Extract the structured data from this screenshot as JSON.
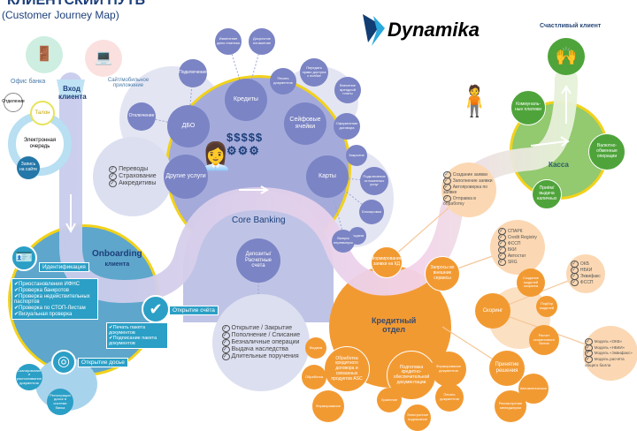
{
  "title": {
    "main": "КЛИЕНТСКИЙ ПУТЬ",
    "sub": "(Customer Journey Map)"
  },
  "logo": {
    "text": "Dynamika"
  },
  "colors": {
    "core": "#9aa3d6",
    "onboarding": "#5ea6cc",
    "credit": "#f29a32",
    "cash": "#93c96f",
    "accent": "#f2d21b"
  },
  "entry": {
    "office": "Офис банка",
    "site": "Сайт/мобильное приложение",
    "entry": "Вход клиента",
    "branch": "Отделение",
    "ticket": "Талон",
    "queue": "Электронная очередь",
    "booking": "Запись на сайте"
  },
  "onboarding": {
    "title": "Onboarding",
    "subtitle": "клиента",
    "ident": "Идентификация",
    "checks": [
      "Приостановления ИФНС",
      "Проверка банкротов",
      "Проверка недействительных паспортов",
      "Проверка по СТОП-Листам",
      "Визуальная проверка"
    ],
    "account": "Открытие счёта",
    "account_items": [
      "Печать пакета документов",
      "Подписание пакета документов"
    ],
    "dossier": "Открытие досье",
    "dossier_items": [
      "Сканирование и распознавание документов",
      "Регистрация досье в системе банка"
    ]
  },
  "core": {
    "title": "Core Banking",
    "dbo": "ДБО",
    "dbo_items": [
      "Подключение",
      "Отключение"
    ],
    "credits": "Кредиты",
    "credits_items": [
      "Изменение даты платежа",
      "Досрочное погашение"
    ],
    "safes": "Сейфовые ячейки",
    "safes_items": [
      "Печать документов",
      "Передать право доступа к ячейке",
      "Внесение арендной платы",
      "Оформление договора"
    ],
    "cards": "Карты",
    "cards_items": [
      "Закрытие",
      "Подключение отложенных услуг",
      "Блокировка",
      "Выдача",
      "Выпуск перевыпуск"
    ],
    "other": "Другие услуги",
    "other_items": [
      "Переводы",
      "Страхование",
      "Аккредитивы"
    ],
    "deposits": "Депозиты/ Расчетные счета",
    "deposits_items": [
      "Открытие / Закрытие",
      "Пополнение / Списание",
      "Безналичные операции",
      "Выдача наследства",
      "Длительные поручения"
    ]
  },
  "credit": {
    "title": "Кредитный",
    "subtitle": "отдел",
    "form": "Формирование заявки на КД",
    "form_items": [
      "Создание заявки",
      "Заполнение заявки",
      "Автопроверка по заявке",
      "Отправка в обработку"
    ],
    "requests": "Запросы во внешние сервисы",
    "requests_items": [
      "СПАРК",
      "Credit Registry",
      "ФССП",
      "БКИ",
      "Автостат",
      "SRG"
    ],
    "scoring": "Скоринг",
    "scoring_create": "Создание моделей скоринга",
    "scoring_pick": "Подбор моделей",
    "scoring_calc": "Расчет скорингового балла",
    "bki_items": [
      "ОКБ",
      "НБКИ",
      "Эквифакс",
      "ФССП"
    ],
    "model_items": [
      "Модель «ОКБ»",
      "Модель «НБКИ»",
      "Модель «Эквифакс»",
      "Модель расчёта общего балла"
    ],
    "decision": "Принятие решения",
    "decision_auto": "Автоматическое",
    "decision_review": "Рассмотрение менеджером",
    "asc": "Обработка кредитного договора и связанных продуктов ASC",
    "asc_items": [
      "Выдача",
      "Обработка",
      "Формирование"
    ],
    "docs": "Подготовка кредитно-обеспечительной документации",
    "docs_items": [
      "Формирование документов",
      "Печать документов",
      "Хранение",
      "Электронное подписание"
    ]
  },
  "cash": {
    "title": "Касса",
    "utilities": "Коммуналь-ные платежи",
    "fx": "Валютно-обменные операции",
    "cashio": "Приём/ выдача наличных",
    "happy": "Счастливый клиент"
  }
}
